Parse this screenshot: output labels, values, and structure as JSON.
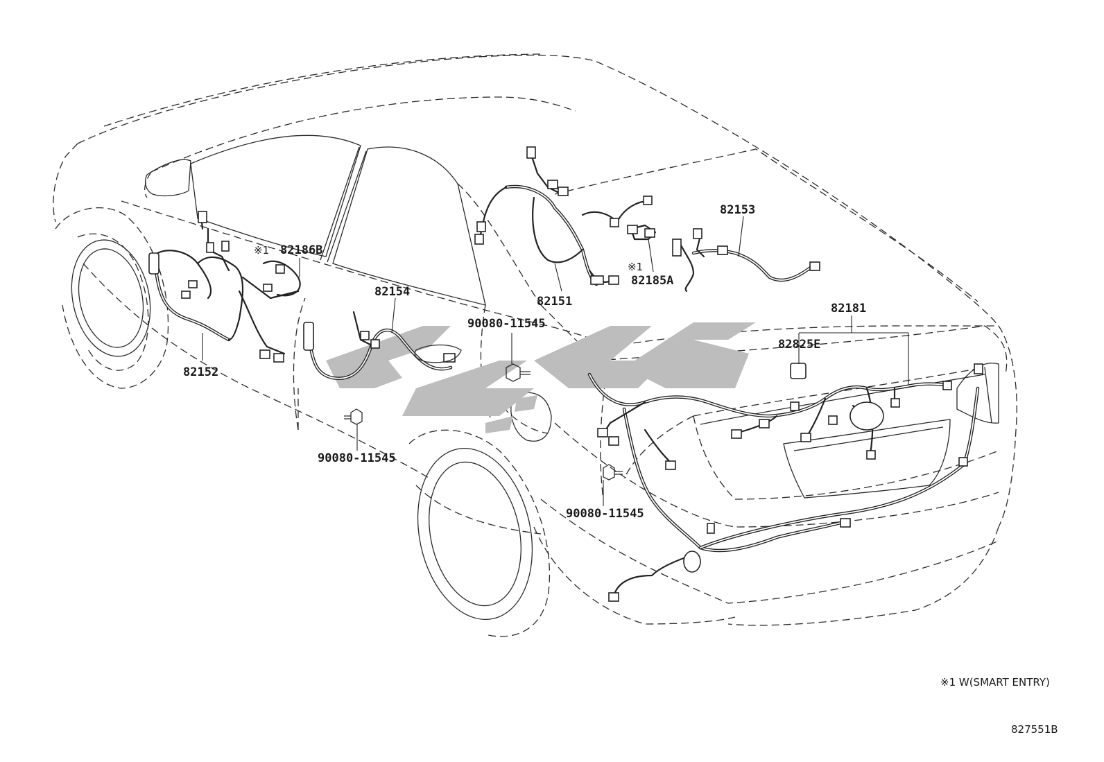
{
  "diagram": {
    "part_labels": [
      {
        "id": "82186B",
        "text": "82186B"
      },
      {
        "id": "82154",
        "text": "82154"
      },
      {
        "id": "82151",
        "text": "82151"
      },
      {
        "id": "82185A",
        "text": "82185A"
      },
      {
        "id": "82153",
        "text": "82153"
      },
      {
        "id": "82181",
        "text": "82181"
      },
      {
        "id": "82825E",
        "text": "82825E"
      },
      {
        "id": "82152",
        "text": "82152"
      },
      {
        "id": "90080-11545-a",
        "text": "90080-11545"
      },
      {
        "id": "90080-11545-b",
        "text": "90080-11545"
      },
      {
        "id": "90080-11545-c",
        "text": "90080-11545"
      }
    ],
    "markers": [
      {
        "id": "marker-82186B",
        "text": "※1"
      },
      {
        "id": "marker-82185A",
        "text": "※1"
      }
    ],
    "footnote": "※1 W(SMART ENTRY)",
    "drawing_number": "827551B",
    "colors": {
      "line": "#2a2a2a",
      "watermark": "#bdbdbd",
      "background": "#ffffff"
    }
  }
}
